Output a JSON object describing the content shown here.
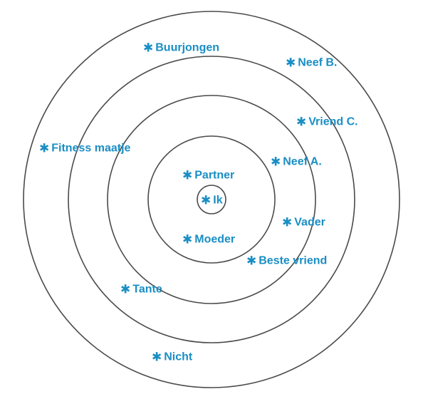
{
  "colors": {
    "label": "#1a8ec4",
    "ring": "#4a4a4a"
  },
  "center": {
    "label": "Ik"
  },
  "people": [
    {
      "id": "buurjongen",
      "label": "Buurjongen",
      "icon": "asterisk-icon"
    },
    {
      "id": "neef-b",
      "label": "Neef B.",
      "icon": "asterisk-icon"
    },
    {
      "id": "vriend-c",
      "label": "Vriend C.",
      "icon": "asterisk-icon"
    },
    {
      "id": "fitness-maatje",
      "label": "Fitness maatje",
      "icon": "asterisk-icon"
    },
    {
      "id": "neef-a",
      "label": "Neef A.",
      "icon": "asterisk-icon"
    },
    {
      "id": "partner",
      "label": "Partner",
      "icon": "asterisk-icon"
    },
    {
      "id": "vader",
      "label": "Vader",
      "icon": "asterisk-icon"
    },
    {
      "id": "moeder",
      "label": "Moeder",
      "icon": "asterisk-icon"
    },
    {
      "id": "beste-vriend",
      "label": "Beste vriend",
      "icon": "asterisk-icon"
    },
    {
      "id": "tante",
      "label": "Tante",
      "icon": "asterisk-icon"
    },
    {
      "id": "nicht",
      "label": "Nicht",
      "icon": "asterisk-icon"
    }
  ]
}
